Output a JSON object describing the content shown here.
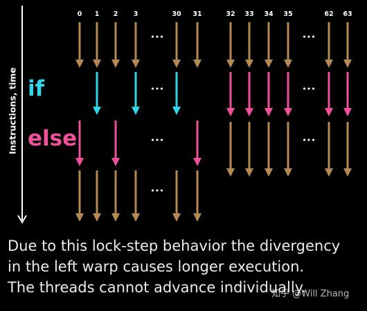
{
  "thread_labels_left": [
    "0",
    "1",
    "2",
    "3",
    "30",
    "31"
  ],
  "thread_labels_right": [
    "32",
    "33",
    "34",
    "35",
    "62",
    "63"
  ],
  "ellipsis": "•••",
  "labels": {
    "if": "if",
    "else": "else",
    "time_axis": "Instructions, time"
  },
  "caption": {
    "line1": "Due to this lock-step behavior the divergency",
    "line2": "in the left warp causes longer execution.",
    "line3": "The threads cannot advance individually."
  },
  "watermark": "知乎 @Will Zhang",
  "colors": {
    "background": "#000000",
    "normal_arrow": "#b58a52",
    "if_arrow": "#2fd6e8",
    "else_arrow": "#f0509c",
    "text": "#ffffff"
  }
}
